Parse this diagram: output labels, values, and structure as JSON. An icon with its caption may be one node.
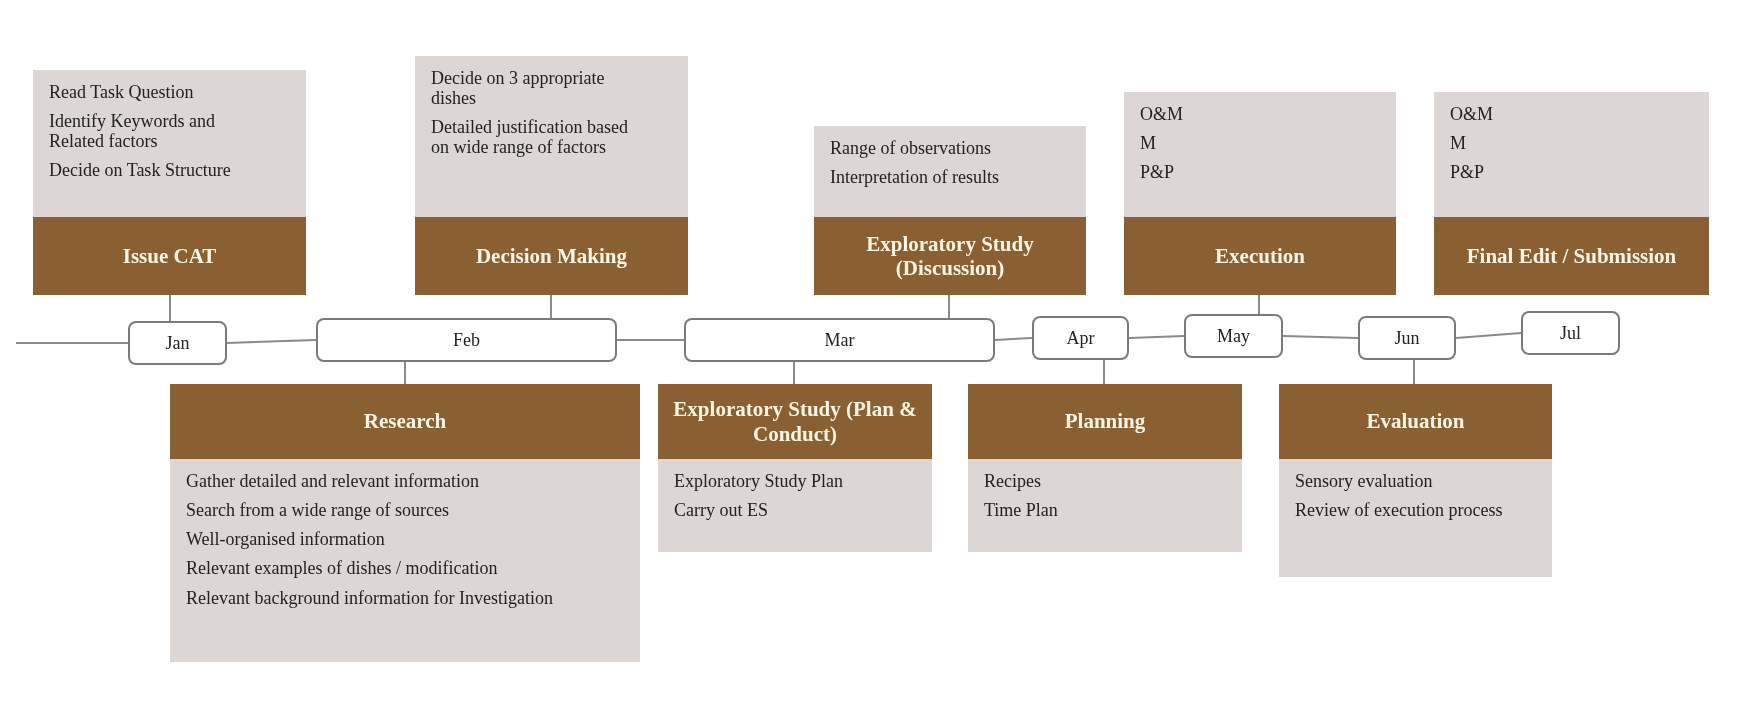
{
  "diagram": {
    "nodes": [
      {
        "text": [
          "Read Task Question",
          "Identify Keywords and Related factors",
          "Decide on Task Structure",
          "Issue CAT"
        ]
      },
      {
        "text": [
          "Decide on 3 appropriate dishes",
          "Detailed justification based on wide range of factors",
          "Decision Making"
        ]
      },
      {
        "text": [
          "Range of observations",
          "Interpretation of results",
          "Exploratory Study (Discussion)"
        ]
      },
      {
        "text": [
          "O&M",
          "M",
          "P&P",
          "Execution"
        ]
      },
      {
        "text": [
          "O&M",
          "M",
          "P&P",
          "Final Edit / Submission"
        ]
      },
      {
        "text": [
          "Jan"
        ]
      },
      {
        "text": [
          "Feb"
        ]
      },
      {
        "text": [
          "Mar"
        ]
      },
      {
        "text": [
          "Apr"
        ]
      },
      {
        "text": [
          "May"
        ]
      },
      {
        "text": [
          "Jun"
        ]
      },
      {
        "text": [
          "Jul"
        ]
      },
      {
        "text": [
          "Research",
          "Gather detailed and relevant information",
          "Search from a wide range of sources",
          "Well-organised information",
          "Relevant examples of dishes / modification",
          "Relevant background information for Investigation"
        ]
      },
      {
        "text": [
          "Exploratory Study (Plan & Conduct)",
          "Exploratory Study Plan",
          "Carry out ES"
        ]
      },
      {
        "text": [
          "Planning",
          "Recipes",
          "Time Plan"
        ]
      },
      {
        "text": [
          "Evaluation",
          "Sensory evaluation",
          "Review of execution process"
        ]
      }
    ],
    "edges": [
      {
        "from": null,
        "to": 5,
        "arrow": "none"
      },
      {
        "from": 5,
        "to": 6,
        "arrow": "none"
      },
      {
        "from": 6,
        "to": 7,
        "arrow": "none"
      },
      {
        "from": 7,
        "to": 8,
        "arrow": "none"
      },
      {
        "from": 8,
        "to": 9,
        "arrow": "none"
      },
      {
        "from": 9,
        "to": 10,
        "arrow": "none"
      },
      {
        "from": 10,
        "to": 11,
        "arrow": "none"
      },
      {
        "from": 0,
        "to": 5,
        "arrow": "none"
      },
      {
        "from": 1,
        "to": 6,
        "arrow": "none"
      },
      {
        "from": 2,
        "to": 7,
        "arrow": "none"
      },
      {
        "from": 3,
        "to": 9,
        "arrow": "none"
      },
      {
        "from": 12,
        "to": 6,
        "arrow": "none"
      },
      {
        "from": 13,
        "to": 7,
        "arrow": "none"
      },
      {
        "from": 14,
        "to": 8,
        "arrow": "none"
      },
      {
        "from": 15,
        "to": 10,
        "arrow": "none"
      }
    ]
  }
}
